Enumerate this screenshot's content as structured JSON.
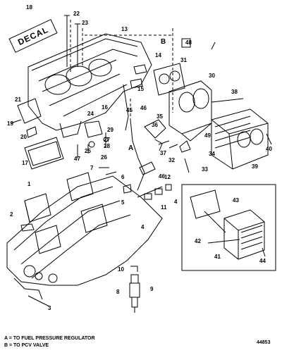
{
  "diagram": {
    "labels": [
      "1",
      "2",
      "3",
      "4",
      "4",
      "5",
      "6",
      "7",
      "8",
      "9",
      "10",
      "11",
      "12",
      "13",
      "14",
      "15",
      "16",
      "17",
      "18",
      "19",
      "20",
      "21",
      "22",
      "23",
      "24",
      "25",
      "26",
      "27",
      "28",
      "29",
      "30",
      "31",
      "32",
      "33",
      "34",
      "35",
      "36",
      "37",
      "38",
      "39",
      "40",
      "41",
      "42",
      "43",
      "44",
      "45",
      "46",
      "46",
      "47",
      "48",
      "49",
      "A",
      "B"
    ],
    "decal_text": "DECAL",
    "legend": [
      "A = TO FUEL PRESSURE REGULATOR",
      "B = TO PCV VALVE"
    ],
    "figure_number": "44853"
  }
}
